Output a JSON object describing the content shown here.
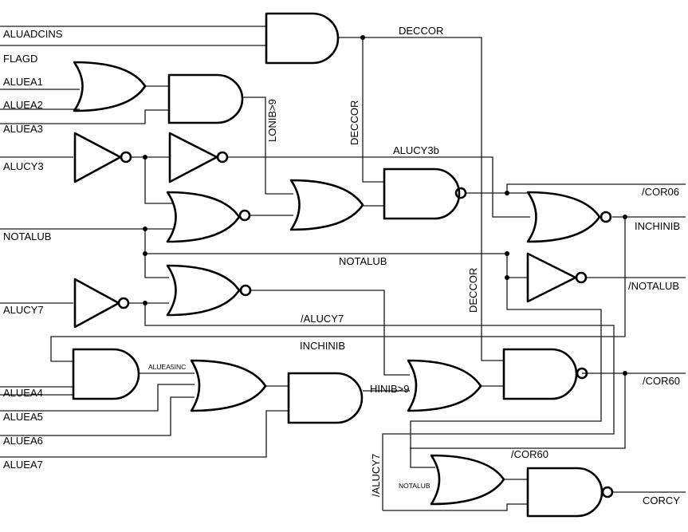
{
  "inputs": {
    "aluadcins": "ALUADCINS",
    "flagd": "FLAGD",
    "aluea1": "ALUEA1",
    "aluea2": "ALUEA2",
    "aluea3": "ALUEA3",
    "alucy3": "ALUCY3",
    "notalub": "NOTALUB",
    "alucy7": "ALUCY7",
    "aluea4": "ALUEA4",
    "aluea5": "ALUEA5",
    "aluea6": "ALUEA6",
    "aluea7": "ALUEA7"
  },
  "outputs": {
    "cor06": "/COR06",
    "inchinib": "INCHINIB",
    "notalub": "/NOTALUB",
    "cor60": "/COR60",
    "corcy": "CORCY"
  },
  "nets": {
    "deccor_top": "DECCOR",
    "deccor_vertical": "DECCOR",
    "lonib": "LONIB>9",
    "alucy3b": "ALUCY3b",
    "notalub_mid": "NOTALUB",
    "alucy7_inv": "/ALUCY7",
    "inchinib_mid": "INCHINIB",
    "aluea5inc": "ALUEA5INC",
    "hinib": "HINIB>9",
    "deccor_vertical2": "DECCOR",
    "alucy7_vertical": "/ALUCY7",
    "cor60_mid": "/COR60",
    "notalub_small": "NOTALUB"
  }
}
